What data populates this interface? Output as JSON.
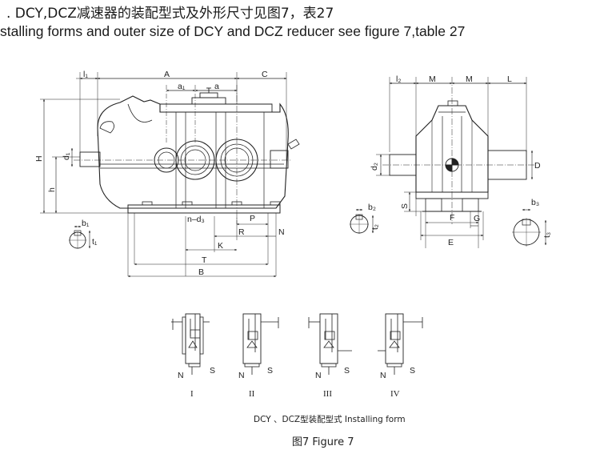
{
  "header": {
    "line_cn": ". DCY,DCZ减速器的装配型式及外形尺寸见图7，表27",
    "line_en": "stalling forms and outer size of DCY and DCZ reducer see figure 7,table 27"
  },
  "front_view": {
    "labels": {
      "l1": "l₁",
      "A": "A",
      "C": "C",
      "a1": "a₁",
      "a": "a",
      "H": "H",
      "h": "h",
      "d1": "d₁",
      "n_d3": "n–d₃",
      "P": "P",
      "R": "R",
      "N": "N",
      "K": "K",
      "T": "T",
      "B": "B",
      "b1": "b₁",
      "t1": "t₁"
    }
  },
  "side_view": {
    "labels": {
      "l2": "l₂",
      "M1": "M",
      "M2": "M",
      "L": "L",
      "d2": "d₂",
      "D": "D",
      "S": "S",
      "b2": "b₂",
      "t2": "t₂",
      "F": "F",
      "G": "G",
      "E": "E",
      "b3": "b₃",
      "t3": "t₃"
    }
  },
  "installing_forms": {
    "items": [
      {
        "roman": "I",
        "n": "N",
        "s": "S"
      },
      {
        "roman": "II",
        "n": "N",
        "s": "S"
      },
      {
        "roman": "III",
        "n": "N",
        "s": "S"
      },
      {
        "roman": "IV",
        "n": "N",
        "s": "S"
      }
    ]
  },
  "captions": {
    "installing": "DCY 、DCZ型装配型式   Installing form",
    "figure": "图7   Figure 7"
  }
}
